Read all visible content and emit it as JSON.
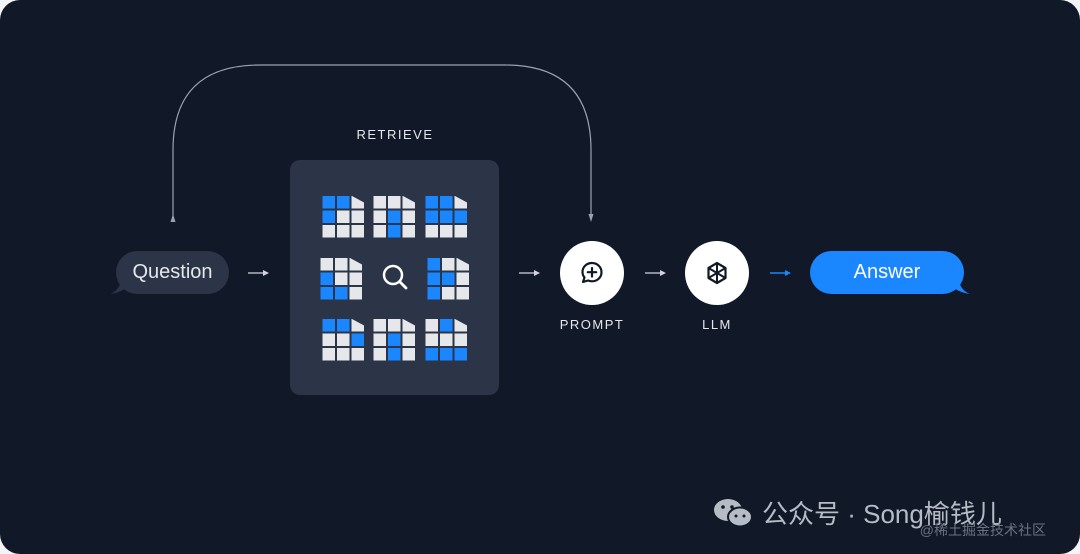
{
  "diagram": {
    "question_label": "Question",
    "retrieve_label": "RETRIEVE",
    "prompt_label": "PROMPT",
    "llm_label": "LLM",
    "answer_label": "Answer",
    "icons": {
      "retrieve": "search-icon",
      "prompt": "chat-plus-icon",
      "llm": "cube-icon",
      "documents": "document-grid-icon"
    },
    "colors": {
      "background": "#111827",
      "panel": "#2b3547",
      "accent": "#1a86ff",
      "text": "#e5e7eb"
    }
  },
  "overlay": {
    "brand_text": "公众号 · Song榆钱儿",
    "watermark": "@稀土掘金技术社区"
  }
}
